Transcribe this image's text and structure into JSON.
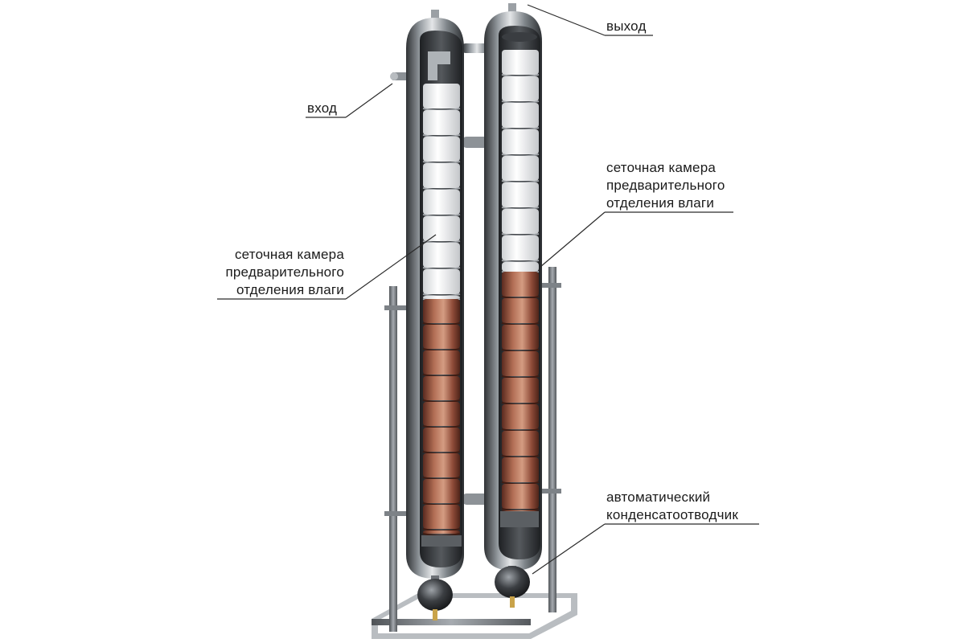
{
  "callouts": {
    "outlet": {
      "text": "выход"
    },
    "inlet": {
      "text": "вход"
    },
    "mesh_chamber_right": {
      "lines": [
        "сеточная камера",
        "предварительного",
        "отделения влаги"
      ]
    },
    "mesh_chamber_left": {
      "lines": [
        "сеточная камера",
        "предварительного",
        "отделения влаги"
      ]
    },
    "condensate_drain": {
      "lines": [
        "автоматический",
        "конденсатоотводчик"
      ]
    }
  },
  "colors": {
    "steel_dark": "#3e4145",
    "steel_mid": "#8c9196",
    "steel_light": "#d9dcdf",
    "mesh_white": "#f1f2f3",
    "copper_dark": "#6e3426",
    "copper_light": "#c98a6f",
    "frame": "#6a6e72"
  },
  "icons": {
    "column": "cutaway-column-icon",
    "drain": "float-drain-icon",
    "frame": "support-frame-icon"
  }
}
